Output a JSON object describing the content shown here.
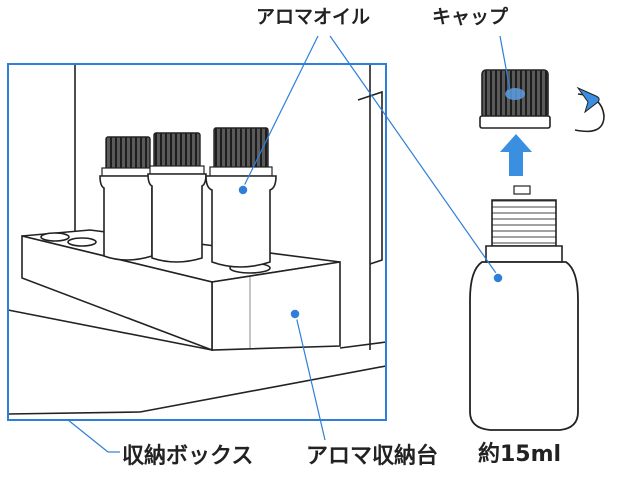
{
  "labels": {
    "aroma_oil": "アロマオイル",
    "cap": "キャップ",
    "storage_box": "収納ボックス",
    "aroma_stand": "アロマ収納台",
    "volume": "約15ml"
  },
  "colors": {
    "accent_blue": "#2f7fd8",
    "arrow_blue": "#3a8fe0",
    "line": "#222222",
    "cap_dark": "#3a3a3a"
  },
  "icons": {
    "rotate": "rotate-arrow-icon",
    "up": "up-arrow-icon"
  }
}
